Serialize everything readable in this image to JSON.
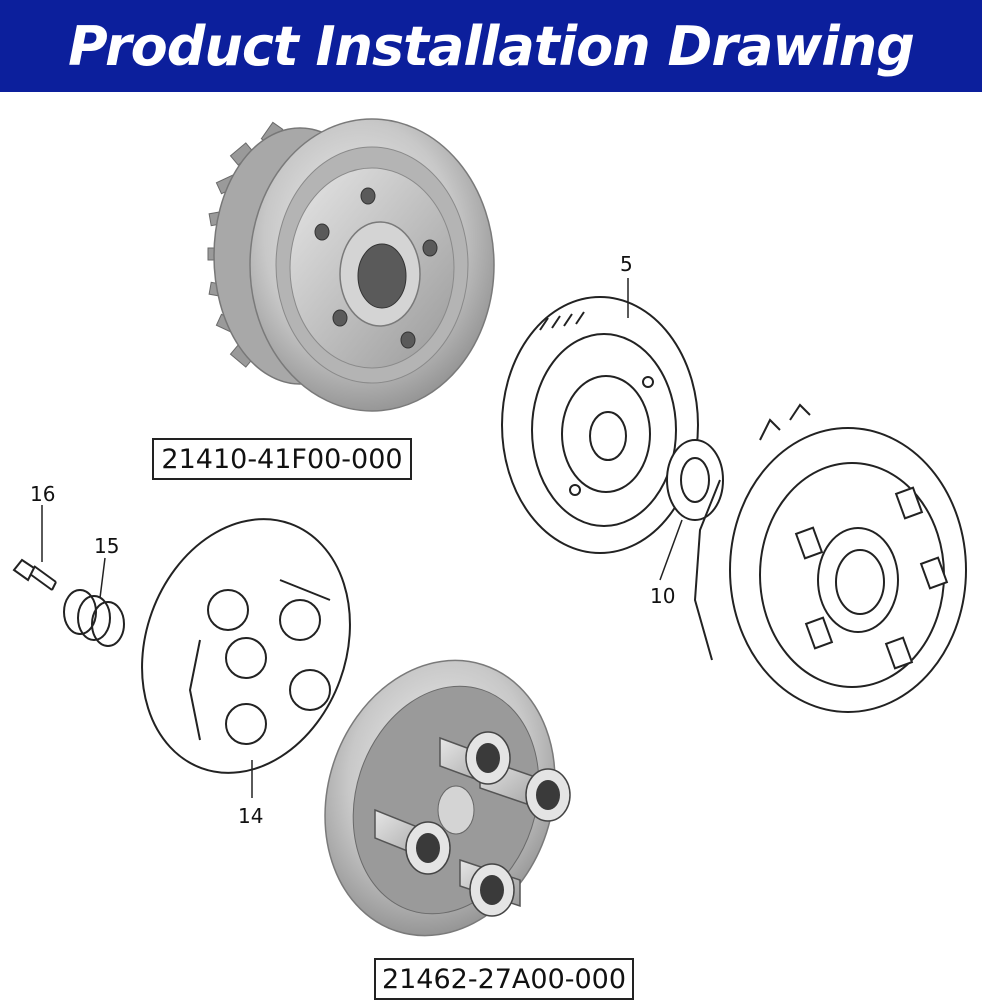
{
  "header": {
    "title": "Product Installation Drawing"
  },
  "part_numbers": {
    "top_part": "21410-41F00-000",
    "bottom_part": "21462-27A00-000"
  },
  "callouts": {
    "c5": "5",
    "c10": "10",
    "c14": "14",
    "c15": "15",
    "c16": "16"
  },
  "colors": {
    "banner": "#0c1f9c",
    "banner_text": "#ffffff",
    "metal_light": "#d8d8d8",
    "metal_dark": "#8a8a8a"
  }
}
